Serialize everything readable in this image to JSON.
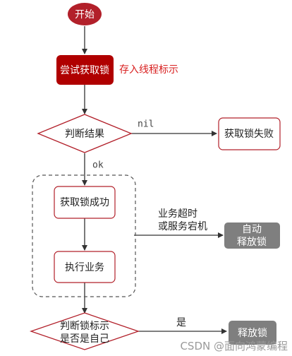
{
  "colors": {
    "start_fill": "#b2202a",
    "dark_fill": "#b00000",
    "accent_text": "#d81e1e",
    "node_stroke": "#b2202a",
    "grey_fill": "#7f7f7f",
    "line": "#333333"
  },
  "nodes": {
    "start": "开始",
    "try_lock": "尝试获取锁",
    "store_thread_id": "存入线程标示",
    "judge_result": "判断结果",
    "lock_fail": "获取锁失败",
    "lock_success": "获取锁成功",
    "execute_business": "执行业务",
    "auto_release": {
      "line1": "自动",
      "line2": "释放锁"
    },
    "check_lock_id": {
      "line1": "判断锁标示",
      "line2": "是否是自己"
    },
    "release_lock": "释放锁"
  },
  "edge_labels": {
    "nil": "nil",
    "ok": "ok",
    "timeout": {
      "line1": "业务超时",
      "line2": "或服务宕机"
    },
    "yes": "是"
  },
  "watermark": "CSDN @面向鸿蒙编程"
}
